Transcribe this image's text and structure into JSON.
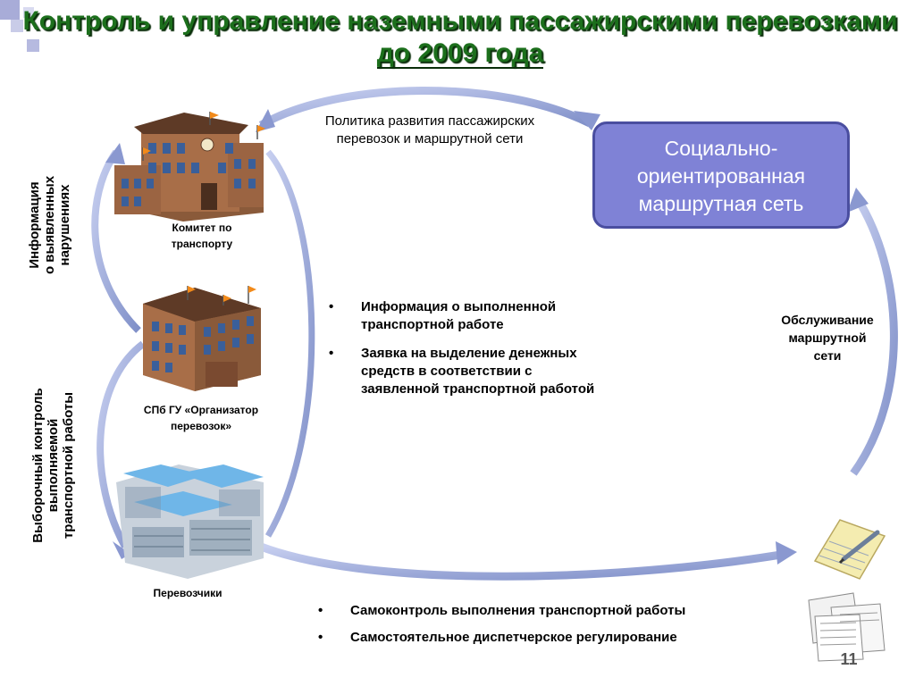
{
  "title": {
    "line1": "Контроль и управление наземными пассажирскими перевозками",
    "line2": "до 2009 года"
  },
  "policy_label": [
    "Политика  развития пассажирских",
    "перевозок и маршрутной сети"
  ],
  "social_network_box": [
    "Социально-",
    "ориентированная",
    "маршрутная сеть"
  ],
  "committee": {
    "label": [
      "Комитет по",
      "транспорту"
    ]
  },
  "organizer": {
    "label": [
      "СПб ГУ «Организатор",
      "перевозок»"
    ]
  },
  "carriers": {
    "label": "Перевозчики"
  },
  "left_top_vertical": [
    "Информация",
    "о выявленных",
    "нарушениях"
  ],
  "left_bottom_vertical": [
    "Выборочный контроль",
    "выполняемой",
    "транспортной работы"
  ],
  "service_label": [
    "Обслуживание",
    "маршрутной",
    "сети"
  ],
  "middle_bullets": [
    [
      "Информация о выполненной",
      "транспортной работе"
    ],
    [
      "Заявка на выделение денежных",
      "средств в соответствии с",
      "заявленной транспортной работой"
    ]
  ],
  "bottom_bullets": [
    "Самоконтроль выполнения транспортной работы",
    "Самостоятельное диспетчерское регулирование"
  ],
  "bullet_symbol": "•",
  "page_number": "11",
  "colors": {
    "title_green": "#1c6f1c",
    "box_fill": "#7f82d6",
    "arrow": "#9aa8d8",
    "corner_square": "#a8acd8"
  }
}
